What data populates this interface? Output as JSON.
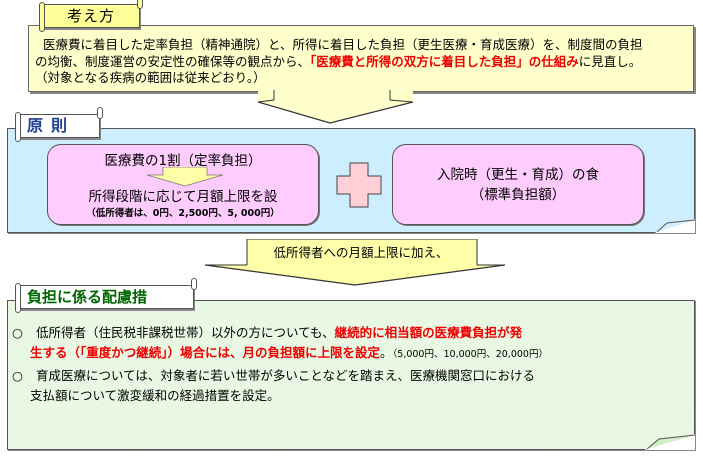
{
  "section1": {
    "tab_label": "考え方",
    "line1": "医療費に着目した定率負担（精神通院）と、所得に着目した負担（更生医療・育成医療）を、制度間の負担",
    "line2_prefix": "の均衡、制度運営の安定性の確保等の観点から、",
    "line2_highlight": "「医療費と所得の双方に着目した負担」の仕組み",
    "line2_suffix": "に見直し。",
    "line3": "（対象となる疾病の範囲は従来どおり。）"
  },
  "section2": {
    "tab_label": "原則",
    "box_left": {
      "title": "医療費の1割（定率負担）",
      "subtitle": "所得段階に応じて月額上限を設",
      "note": "（低所得者は、0円、2,500円、5, 000円）"
    },
    "operator_icon": "plus-icon",
    "box_right": {
      "line1": "入院時（更生・育成）の食",
      "line2": "（標準負担額）"
    }
  },
  "callout": {
    "text": "低所得者への月額上限に加え、"
  },
  "section3": {
    "tab_label": "負担に係る配慮措",
    "bullets": [
      {
        "marker": "○",
        "line1_prefix": "低所得者（住民税非課税世帯）以外の方についても、",
        "line1_highlight": "継続的に相当額の医療費負担が発",
        "line2_highlight": "生する（「重度かつ継続」）場合には、月の負担額に上限を設定",
        "line2_suffix": "。",
        "line2_note": "（5,000円、10,000円、20,000円）"
      },
      {
        "marker": "○",
        "line1": "育成医療については、対象者に若い世帯が多いことなどを踏まえ、医療機関窓口における",
        "line2": "支払額について激変緩和の経過措置を設定。"
      }
    ]
  },
  "colors": {
    "note_yellow": "#ffffcc",
    "principle_blue": "#cceeff",
    "box_pink": "#ffccff",
    "plus_pink": "#ffd0d8",
    "measures_green": "#e6f7e0",
    "highlight_red": "#ee0000",
    "principle_title_blue": "#1f3f8f",
    "measures_title_green": "#006600"
  }
}
